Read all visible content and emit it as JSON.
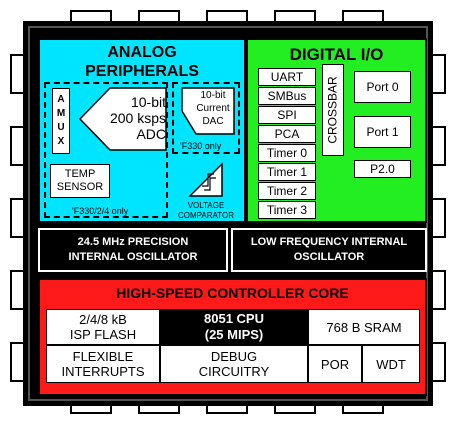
{
  "analog": {
    "title_line1": "ANALOG",
    "title_line2": "PERIPHERALS",
    "amux": [
      "A",
      "M",
      "U",
      "X"
    ],
    "adc_line1": "10-bit",
    "adc_line2": "200 ksps",
    "adc_line3": "ADC",
    "dac_line1": "10-bit",
    "dac_line2": "Current",
    "dac_line3": "DAC",
    "dac_note": "'F330 only",
    "temp_line1": "TEMP",
    "temp_line2": "SENSOR",
    "adc_note": "'F330/2/4 only",
    "comparator_line1": "VOLTAGE",
    "comparator_line2": "COMPARATOR"
  },
  "digital": {
    "title": "DIGITAL I/O",
    "peripherals": [
      "UART",
      "SMBus",
      "SPI",
      "PCA",
      "Timer 0",
      "Timer 1",
      "Timer 2",
      "Timer 3"
    ],
    "crossbar": "CROSSBAR",
    "ports": [
      "Port 0",
      "Port 1",
      "P2.0"
    ]
  },
  "oscillators": {
    "precision_line1": "24.5 MHz PRECISION",
    "precision_line2": "INTERNAL OSCILLATOR",
    "lowfreq_line1": "LOW FREQUENCY INTERNAL",
    "lowfreq_line2": "OSCILLATOR"
  },
  "core": {
    "title": "HIGH-SPEED CONTROLLER CORE",
    "flash_line1": "2/4/8 kB",
    "flash_line2": "ISP FLASH",
    "cpu_line1": "8051 CPU",
    "cpu_line2": "(25 MIPS)",
    "sram": "768 B SRAM",
    "interrupts_line1": "FLEXIBLE",
    "interrupts_line2": "INTERRUPTS",
    "debug_line1": "DEBUG",
    "debug_line2": "CIRCUITRY",
    "por": "POR",
    "wdt": "WDT"
  },
  "colors": {
    "analog": "#00e5ff",
    "digital": "#22ee22",
    "core": "#ff1a1a",
    "package": "#000000"
  }
}
